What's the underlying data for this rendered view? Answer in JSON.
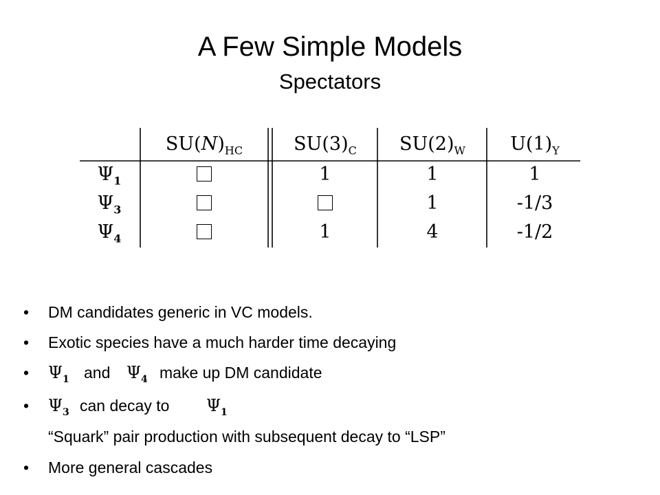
{
  "slide": {
    "title": "A Few Simple Models",
    "subtitle": "Spectators"
  },
  "table": {
    "headers": {
      "col1_base": "SU(",
      "col1_var": "N",
      "col1_close": ")",
      "col1_sub": "HC",
      "col2_base": "SU(3)",
      "col2_sub": "C",
      "col3_base": "SU(2)",
      "col3_sub": "W",
      "col4_base": "U(1)",
      "col4_sub": "Y"
    },
    "rows": [
      {
        "psi": "Ψ",
        "index": "1",
        "su3": "1",
        "su3_bold": true,
        "su2": "1",
        "u1": "1"
      },
      {
        "psi": "Ψ",
        "index": "3",
        "su3": "",
        "su3_bold": false,
        "su2": "1",
        "u1": "-1/3"
      },
      {
        "psi": "Ψ",
        "index": "4",
        "su3": "1",
        "su3_bold": true,
        "su2": "4",
        "u1": "-1/2"
      }
    ]
  },
  "bullets": {
    "b1": "DM candidates generic in VC models.",
    "b2": "Exotic species have a much harder time decaying",
    "b3_and": "and",
    "b3_rest": "make up DM candidate",
    "b4_text": "can decay to",
    "b4_sub": "“Squark” pair production with subsequent decay to “LSP”",
    "b5": "More general cascades",
    "psi": "Ψ",
    "idx1": "1",
    "idx3": "3",
    "idx4": "4"
  }
}
